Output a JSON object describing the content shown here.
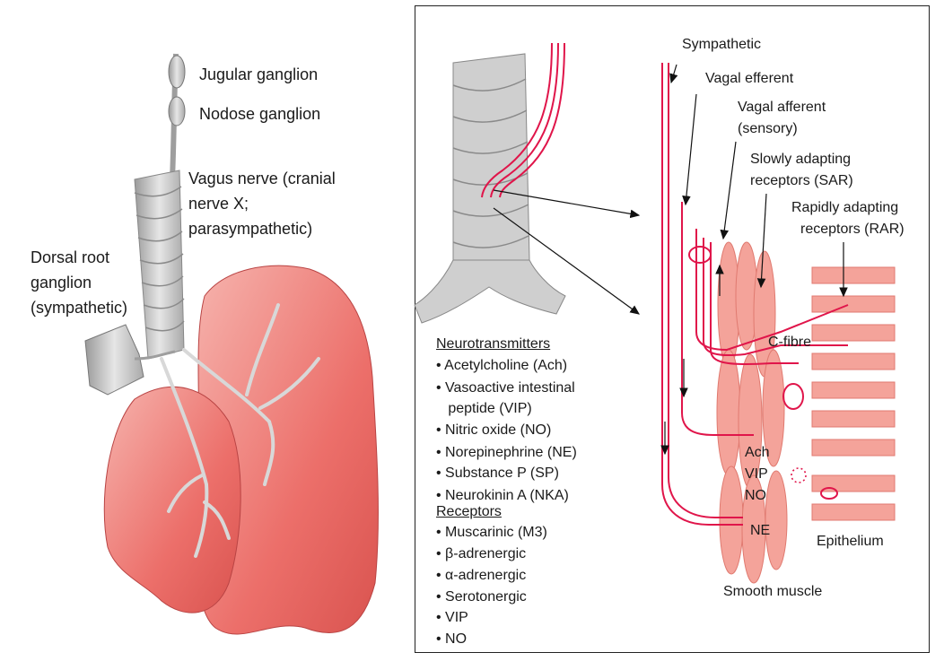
{
  "left_labels": {
    "jugular": "Jugular ganglion",
    "nodose": "Nodose ganglion",
    "vagus_l1": "Vagus nerve (cranial",
    "vagus_l2": "nerve X;",
    "vagus_l3": "parasympathetic)",
    "drg_l1": "Dorsal root",
    "drg_l2": "ganglion",
    "drg_l3": "(sympathetic)"
  },
  "right_labels": {
    "sympathetic": "Sympathetic",
    "vagal_efferent": "Vagal efferent",
    "vagal_afferent_l1": "Vagal afferent",
    "vagal_afferent_l2": "(sensory)",
    "sar_l1": "Slowly adapting",
    "sar_l2": "receptors (SAR)",
    "rar_l1": "Rapidly adapting",
    "rar_l2": "receptors (RAR)",
    "cfibre": "C-fibre",
    "ach": "Ach",
    "vip": "VIP",
    "no": "NO",
    "ne": "NE",
    "epithelium": "Epithelium",
    "smooth_muscle": "Smooth muscle"
  },
  "neurotransmitters": {
    "heading": "Neurotransmitters",
    "items": [
      "• Acetylcholine (Ach)",
      "• Vasoactive intestinal",
      "   peptide (VIP)",
      "• Nitric oxide (NO)",
      "• Norepinephrine (NE)",
      "• Substance P (SP)",
      "• Neurokinin A (NKA)"
    ]
  },
  "receptors": {
    "heading": "Receptors",
    "items": [
      "• Muscarinic (M3)",
      "• β-adrenergic",
      "• α-adrenergic",
      "• Serotonergic",
      "• VIP",
      "• NO"
    ]
  },
  "colors": {
    "nerve": "#e0154a",
    "lung": "#ec6f6a",
    "muscle": "#f4a39a",
    "airway": "#c9c9c9"
  }
}
